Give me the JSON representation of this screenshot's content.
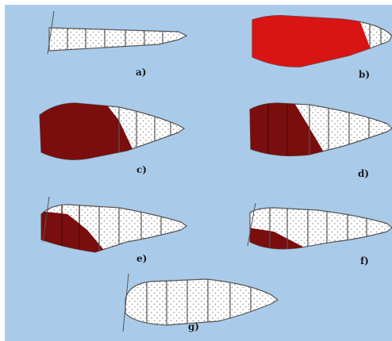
{
  "colors": {
    "background": "#a9cbe9",
    "segment_fill": "#ffffff",
    "stipple": "#8a8a8a",
    "outline": "#555555",
    "bright_red": "#d81414",
    "dark_red": "#7a0d0d"
  },
  "panels": [
    {
      "label": "a)",
      "fill": "none"
    },
    {
      "label": "b)",
      "fill": "bright_red"
    },
    {
      "label": "c)",
      "fill": "dark_red"
    },
    {
      "label": "d)",
      "fill": "dark_red"
    },
    {
      "label": "e)",
      "fill": "dark_red"
    },
    {
      "label": "f)",
      "fill": "dark_red"
    },
    {
      "label": "g)",
      "fill": "none"
    }
  ]
}
